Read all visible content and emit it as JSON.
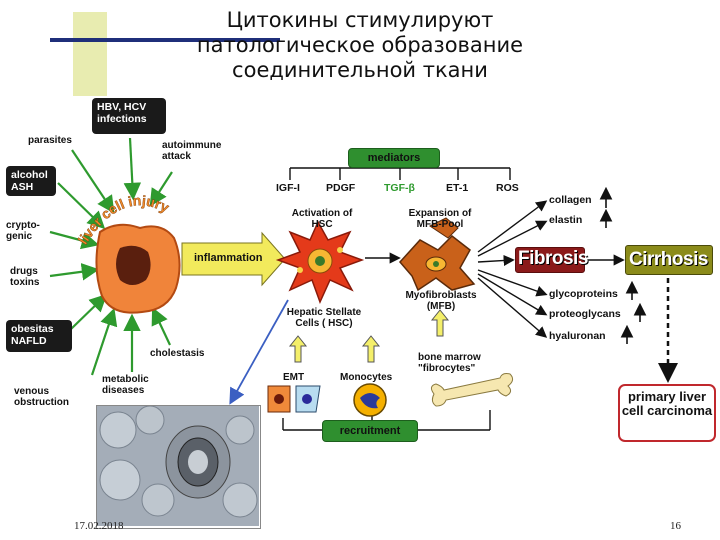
{
  "title": {
    "line1": "Цитокины стимулируют",
    "line2": "патологическое образование",
    "line3": "соединительной ткани"
  },
  "causes": {
    "hbv": "HBV, HCV infections",
    "parasites": "parasites",
    "autoimmune": "autoimmune attack",
    "alcohol": "alcohol ASH",
    "cryptogenic": "crypto- genic",
    "drugs": "drugs toxins",
    "obesitas": "obesitas NAFLD",
    "venous": "venous obstruction",
    "metabolic": "metabolic diseases",
    "cholestasis": "cholestasis"
  },
  "injury_label": "liver cell injury",
  "inflammation": "inflammation",
  "mediators": {
    "header": "mediators",
    "items": [
      "IGF-I",
      "PDGF",
      "TGF-β",
      "ET-1",
      "ROS"
    ]
  },
  "stages": {
    "activation": "Activation of HSC",
    "expansion": "Expansion of MFB-Pool",
    "hsc": "Hepatic Stellate Cells ( HSC)",
    "mfb": "Myofibroblasts (MFB)",
    "emt": "EMT",
    "monocytes": "Monocytes",
    "bone_marrow": "bone marrow \"fibrocytes\"",
    "recruitment": "recruitment"
  },
  "outputs": {
    "up": [
      "collagen",
      "elastin"
    ],
    "down": [
      "glycoproteins",
      "proteoglycans",
      "hyaluronan"
    ]
  },
  "fibrosis": "Fibrosis",
  "cirrhosis": "Cirrhosis",
  "carcinoma": "primary liver cell carcinoma",
  "footer": {
    "date": "17.02.2018",
    "page": "16"
  },
  "colors": {
    "accent_green": "#2f8f2f",
    "fibrosis": "#8b1a1a",
    "cirrhosis": "#8b8b1a",
    "carcinoma_border": "#c0282d"
  }
}
